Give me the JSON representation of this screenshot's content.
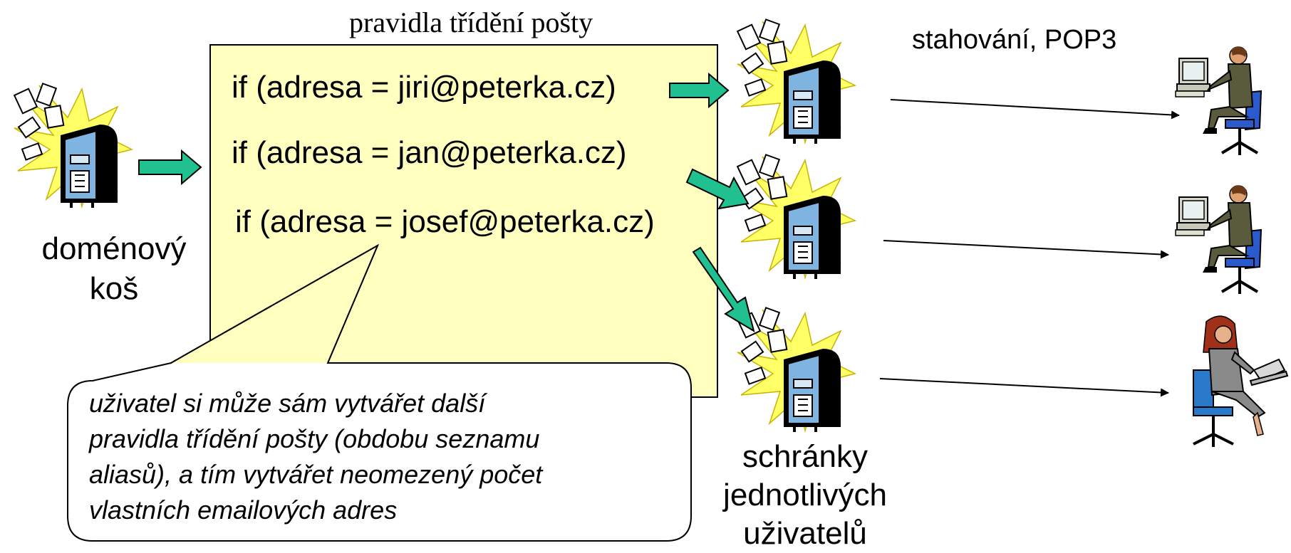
{
  "header": {
    "title": "pravidla třídění pošty"
  },
  "rules": [
    "if (adresa = jiri@peterka.cz)",
    "if (adresa = jan@peterka.cz)",
    "if (adresa = josef@peterka.cz)"
  ],
  "domain_box": {
    "line1": "doménový",
    "line2": "koš"
  },
  "download_label": "stahování, POP3",
  "mailboxes_label": {
    "line1": "schránky",
    "line2": "jednotlivých",
    "line3": "uživatelů"
  },
  "callout": {
    "lines": [
      "uživatel si může sám vytvářet další",
      "pravidla třídění pošty (obdobu seznamu",
      "aliasů), a tím vytvářet neomezený počet",
      "vlastních emailových adres"
    ]
  },
  "colors": {
    "rules_panel": "#ffffc0",
    "arrow_fill": "#20c090",
    "mailbox_body": "#7fb3e0",
    "burst": "#ffff66",
    "shirt": "#5a5a3c",
    "chair": "#2a5acc"
  }
}
